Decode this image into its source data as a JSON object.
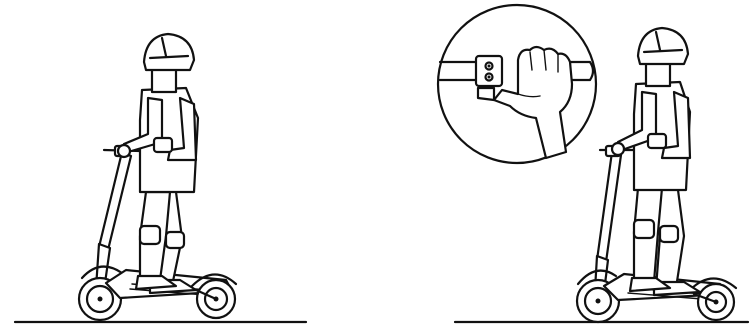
{
  "figures": [
    {
      "id": "rider-standing",
      "detail_inset": false
    },
    {
      "id": "rider-braking",
      "detail_inset": true,
      "inset_shows": "hand-on-throttle-grip"
    }
  ],
  "colors": {
    "line": "#111111",
    "background": "#ffffff"
  }
}
